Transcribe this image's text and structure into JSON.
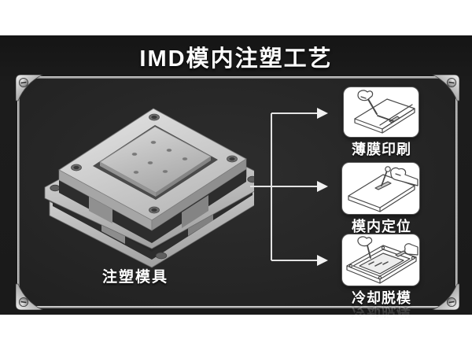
{
  "header": {
    "title": "IMD模内注塑工艺"
  },
  "mold": {
    "label": "注塑模具"
  },
  "process_steps": [
    {
      "label": "薄膜印刷"
    },
    {
      "label": "模内定位"
    },
    {
      "label": "冷却脱模"
    }
  ],
  "colors": {
    "letterbox": "#ffffff",
    "panel_outer": "#1a1a1a",
    "panel_inner": "#262626",
    "frame_metal_light": "#f2f2f2",
    "frame_metal_dark": "#6f6f6f",
    "connector": "#e3e3e3",
    "card_background": "#ffffff",
    "label_text": "#ffffff"
  }
}
